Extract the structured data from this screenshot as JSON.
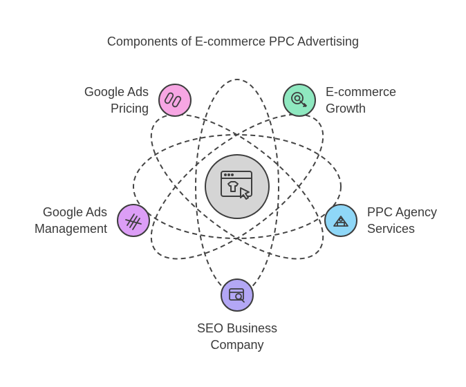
{
  "title": "Components of E-commerce PPC Advertising",
  "center": {
    "icon": "online-shop-browser-icon"
  },
  "nodes": [
    {
      "id": "google-ads-pricing",
      "line1": "Google Ads",
      "line2": "Pricing",
      "icon": "coins-icon",
      "color": "#f7a6e3"
    },
    {
      "id": "ecommerce-growth",
      "line1": "E-commerce",
      "line2": "Growth",
      "icon": "growth-target-icon",
      "color": "#8fe8c0"
    },
    {
      "id": "google-ads-management",
      "line1": "Google Ads",
      "line2": "Management",
      "icon": "ads-manage-icon",
      "color": "#dc9ef6"
    },
    {
      "id": "ppc-agency-services",
      "line1": "PPC Agency",
      "line2": "Services",
      "icon": "agency-icon",
      "color": "#8fd7f7"
    },
    {
      "id": "seo-business-company",
      "line1": "SEO Business",
      "line2": "Company",
      "icon": "seo-search-icon",
      "color": "#b3a7f5"
    }
  ],
  "colors": {
    "center_fill": "#d5d5d5",
    "stroke": "#3d3d3d",
    "orbit": "#444444"
  }
}
